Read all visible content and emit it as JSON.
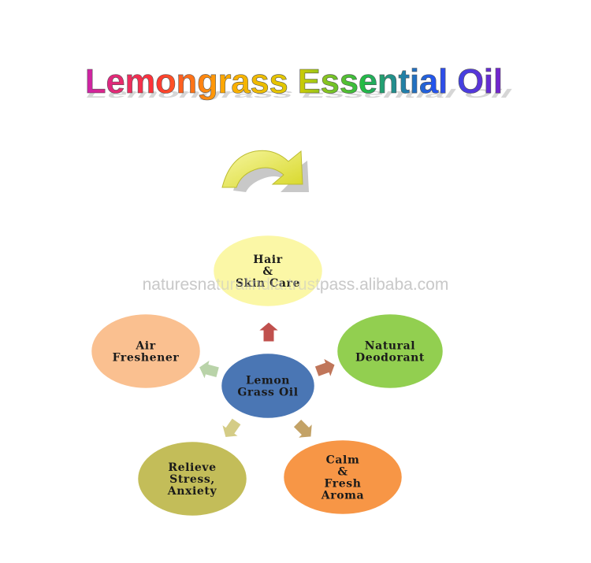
{
  "title": "Lemongrass Essential Oil",
  "watermark": "naturesnaturalindia.trustpass.alibaba.com",
  "center": {
    "lines": [
      "Lemon",
      "Grass Oil"
    ],
    "fill": "#4a76b4",
    "text_color": "#1a1a1a"
  },
  "benefits": [
    {
      "id": "hair-skin-care",
      "lines": [
        "Hair",
        "&",
        "Skin Care"
      ],
      "fill": "#fbf7a6",
      "arrow": "#c0504d"
    },
    {
      "id": "natural-deodorant",
      "lines": [
        "Natural",
        "Deodorant"
      ],
      "fill": "#92cf50",
      "arrow": "#c0765a"
    },
    {
      "id": "calm-fresh-aroma",
      "lines": [
        "Calm",
        "&",
        "Fresh",
        "Aroma"
      ],
      "fill": "#f79646",
      "arrow": "#c3a266"
    },
    {
      "id": "relieve-stress-anxiety",
      "lines": [
        "Relieve",
        "Stress,",
        "Anxiety"
      ],
      "fill": "#c3bd59",
      "arrow": "#d4cc86"
    },
    {
      "id": "air-freshener",
      "lines": [
        "Air",
        "Freshener"
      ],
      "fill": "#fac090",
      "arrow": "#b9d3a9"
    }
  ],
  "colors": {
    "title_gradient": [
      "#cc22aa",
      "#ff3333",
      "#ffaa00",
      "#ddcc00",
      "#22bb44",
      "#2255ee",
      "#7722cc"
    ],
    "curved_arrow": "#e6e64a"
  }
}
